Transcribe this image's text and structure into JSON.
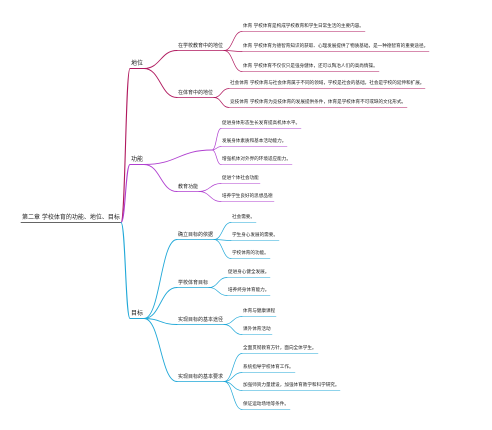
{
  "root": {
    "label": "第二章 学校体育的功能、地位、目标",
    "branches": [
      {
        "id": "b-diwei",
        "label": "地位",
        "color": "#b0195e",
        "children": [
          {
            "label": "在学校教育中的地位",
            "children": [
              "体育 学校体育是构成学校教育和学生日常生活的主要内容。",
              "体育 学校体育为德智育知识的获取、心理发展提供了物质基础，是一种德智育的重要途径。",
              "体育 学校体育不仅仅只是强身健体，还可以陶冶人们的高尚情操。"
            ]
          },
          {
            "label": "在体育中的地位",
            "children": [
              "社会体育 学校体育与社会体育属于不同的领域，学校是社会的基础，社会是学校的延伸和扩展。",
              "竞技体育 学校体育为竞技体育的发展提供条件，体育是学校体育不可或缺的文化形式。"
            ]
          }
        ]
      },
      {
        "id": "b-gongneng",
        "label": "功能",
        "color": "#b040d0",
        "children": [
          {
            "label": "",
            "children": [
              "促进身体形态生长发育提高机体水平。",
              "发展身体素质和基本活动能力。",
              "增强机体对外界的环境适应能力。"
            ]
          },
          {
            "label": "教育功能",
            "children": [
              "促进个体社会功能",
              "培养学生良好的思想品德"
            ]
          }
        ]
      },
      {
        "id": "b-mubiao",
        "label": "目标",
        "color": "#20a8d8",
        "children": [
          {
            "label": "确立目标的依据",
            "children": [
              "社会需要。",
              "学生身心发展的需要。",
              "学校体育的功能。"
            ]
          },
          {
            "label": "学校体育目标",
            "children": [
              "促进身心健全发展。",
              "培养终身体育能力。"
            ]
          },
          {
            "label": "实现目标的基本途径",
            "children": [
              "体育与健康课程",
              "课外体育活动"
            ]
          },
          {
            "label": "实现目标的基本要求",
            "children": [
              "全面贯彻教育方针，面向全体学生。",
              "系统指导学校体育工作。",
              "加强师资力量建设，加强体育教学和科学研究。",
              "保证运动场地等条件。"
            ]
          }
        ]
      }
    ]
  }
}
